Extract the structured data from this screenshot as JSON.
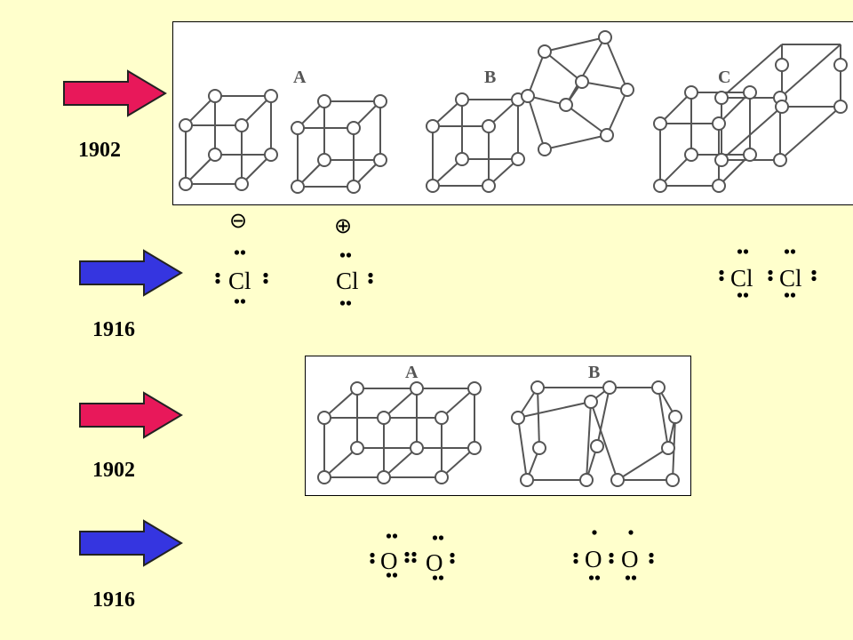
{
  "rows": [
    {
      "year": "1902",
      "arrow_color": "#E8185A"
    },
    {
      "year": "1916",
      "arrow_color": "#3535E0"
    },
    {
      "year": "1902",
      "arrow_color": "#E8185A"
    },
    {
      "year": "1916",
      "arrow_color": "#3535E0"
    }
  ],
  "panel_top": {
    "labels": [
      "A",
      "B",
      "C"
    ]
  },
  "panel_bottom": {
    "labels": [
      "A",
      "B"
    ]
  },
  "lewis_cl": {
    "anion_charge": "⊖",
    "cation_charge": "⊕",
    "symbol": "Cl"
  },
  "lewis_o": {
    "symbol": "O"
  },
  "colors": {
    "background": "#FFFFCC",
    "panel": "#FFFFFF",
    "lines": "#555555"
  }
}
